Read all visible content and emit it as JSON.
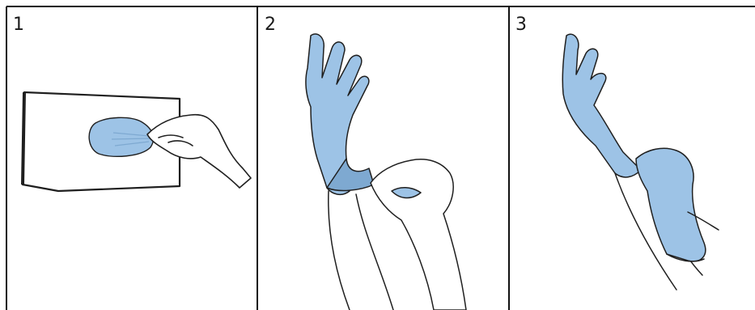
{
  "panels": [
    {
      "number": "1",
      "step": "pull-glove-from-box"
    },
    {
      "number": "2",
      "step": "pull-glove-onto-hand"
    },
    {
      "number": "3",
      "step": "stretch-cuff-over-wrist"
    }
  ],
  "colors": {
    "glove": "#9dc3e6",
    "glove_shadow": "#7ea9d1",
    "line": "#1f1f1f",
    "border": "#111111",
    "background": "#ffffff"
  }
}
